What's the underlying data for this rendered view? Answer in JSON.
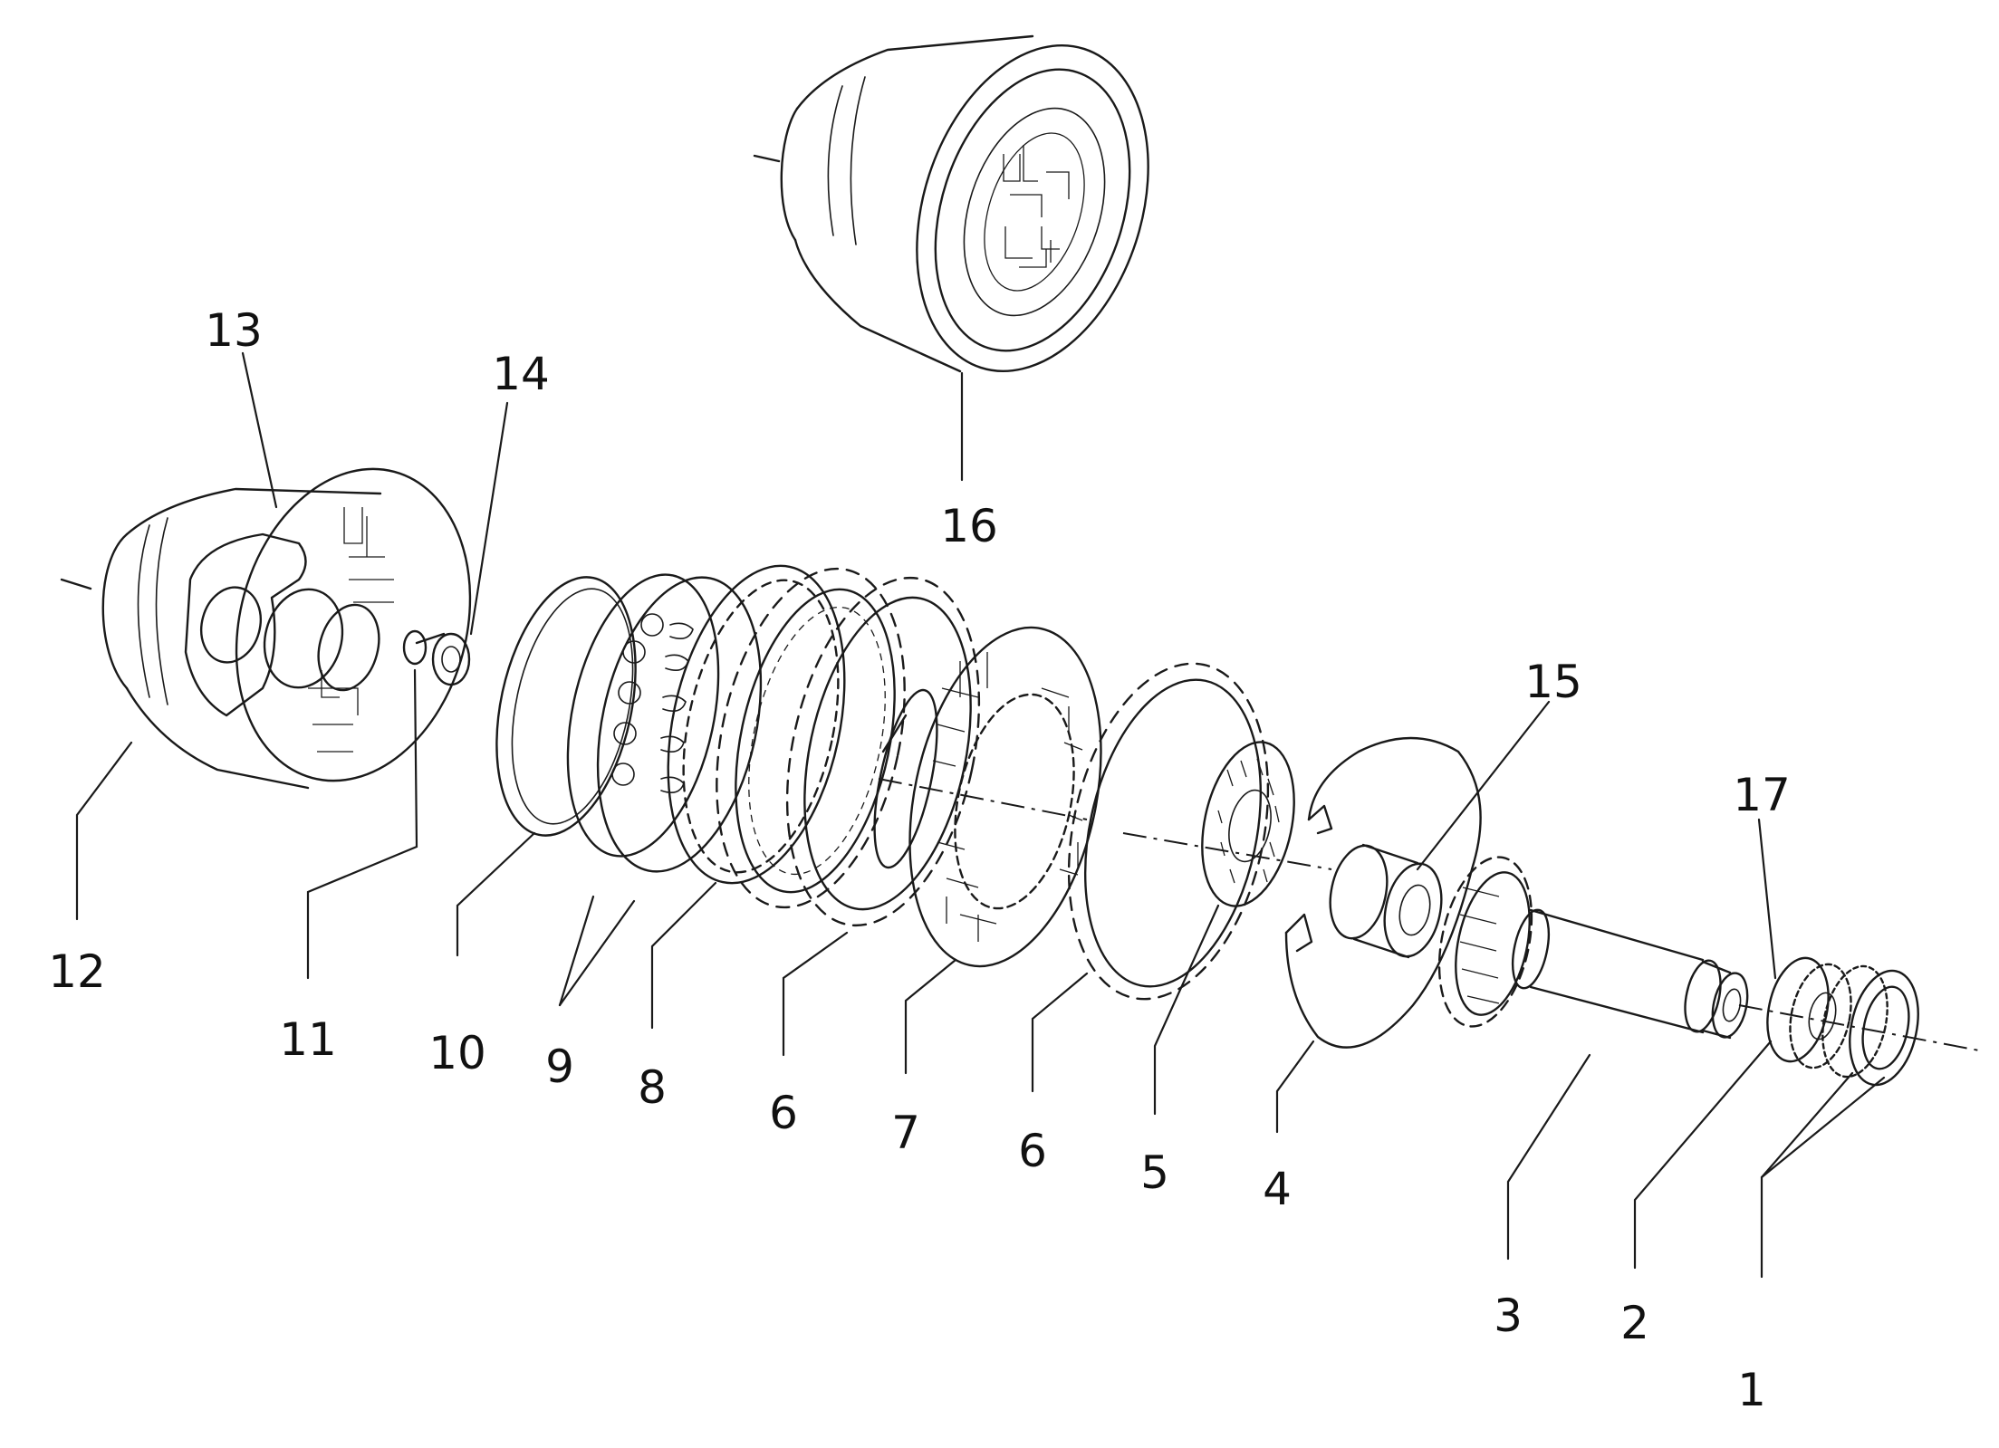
{
  "labels": [
    {
      "id": "1",
      "text": "1"
    },
    {
      "id": "2",
      "text": "2"
    },
    {
      "id": "3",
      "text": "3"
    },
    {
      "id": "4",
      "text": "4"
    },
    {
      "id": "5",
      "text": "5"
    },
    {
      "id": "6a",
      "text": "6"
    },
    {
      "id": "6b",
      "text": "6"
    },
    {
      "id": "7",
      "text": "7"
    },
    {
      "id": "8",
      "text": "8"
    },
    {
      "id": "9",
      "text": "9"
    },
    {
      "id": "10",
      "text": "10"
    },
    {
      "id": "11",
      "text": "11"
    },
    {
      "id": "12",
      "text": "12"
    },
    {
      "id": "13",
      "text": "13"
    },
    {
      "id": "14",
      "text": "14"
    },
    {
      "id": "15",
      "text": "15"
    },
    {
      "id": "16",
      "text": "16"
    },
    {
      "id": "17",
      "text": "17"
    }
  ]
}
